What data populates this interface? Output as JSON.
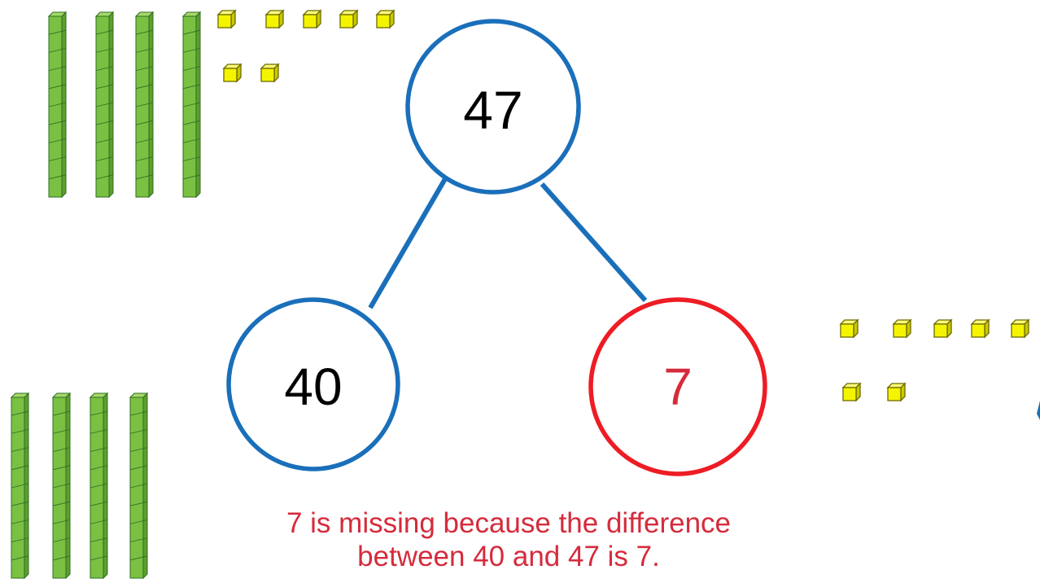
{
  "nodes": {
    "whole": "47",
    "part_tens": "40",
    "part_ones": "7"
  },
  "caption": {
    "line1": "7 is missing because the difference",
    "line2": "between 40 and 47 is 7."
  },
  "colors": {
    "circle_blue": "#1a6fba",
    "circle_red": "#ee1c24",
    "missing_text": "#d52b3c",
    "ten_rod": "#7ac143",
    "ten_rod_outline": "#2f6d22",
    "one_cube": "#f4f400",
    "one_cube_outline": "#6e6a00"
  },
  "blocks": {
    "top_group": {
      "tens": 4,
      "ones": 7
    },
    "bottom_group": {
      "tens": 4,
      "ones": 7
    }
  }
}
